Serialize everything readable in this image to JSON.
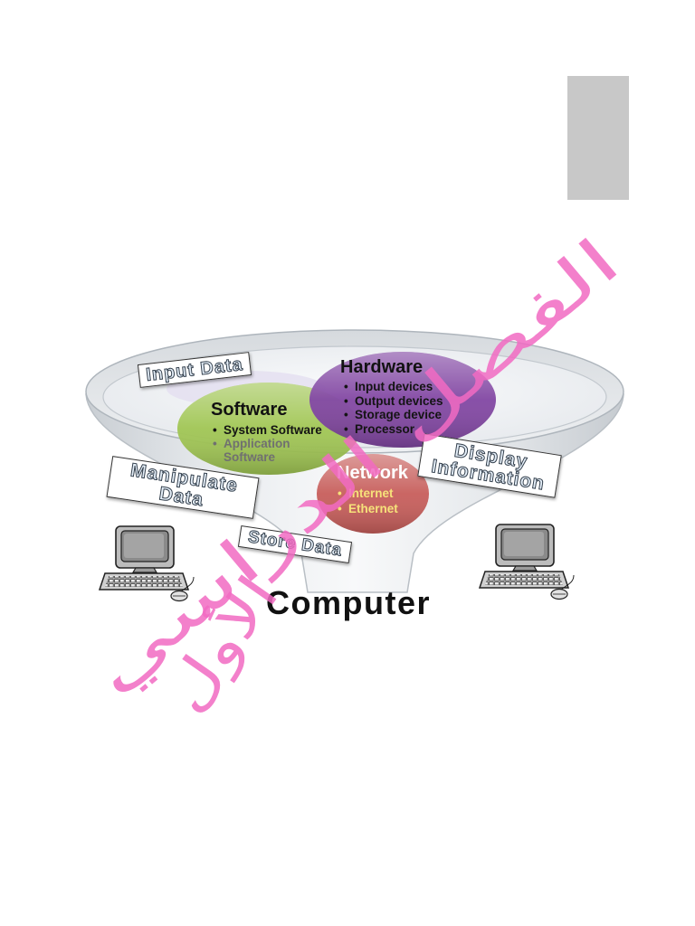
{
  "page": {
    "background": "#ffffff"
  },
  "side_tab": {
    "color": "#c8c8c8"
  },
  "diagram": {
    "funnel_label": "Computer",
    "process_labels": {
      "input": "Input Data",
      "manipulate": "Manipulate Data",
      "store": "Store Data",
      "display": "Display Information"
    },
    "components": {
      "software": {
        "title": "Software",
        "items": [
          "System Software",
          "Application Software"
        ],
        "color": "#9cc34b"
      },
      "hardware": {
        "title": "Hardware",
        "items": [
          "Input devices",
          "Output devices",
          "Storage device",
          "Processor"
        ],
        "color": "#7d3f9f"
      },
      "network": {
        "title": "Network",
        "items": [
          "Internet",
          "Ethernet"
        ],
        "color": "#c45552"
      }
    },
    "icons": {
      "left_computer": "desktop-computer-icon",
      "right_computer": "desktop-computer-icon"
    }
  },
  "watermark": {
    "lines": [
      "الفصل الدراسي",
      "الأول"
    ],
    "color": "#f26bc3"
  }
}
